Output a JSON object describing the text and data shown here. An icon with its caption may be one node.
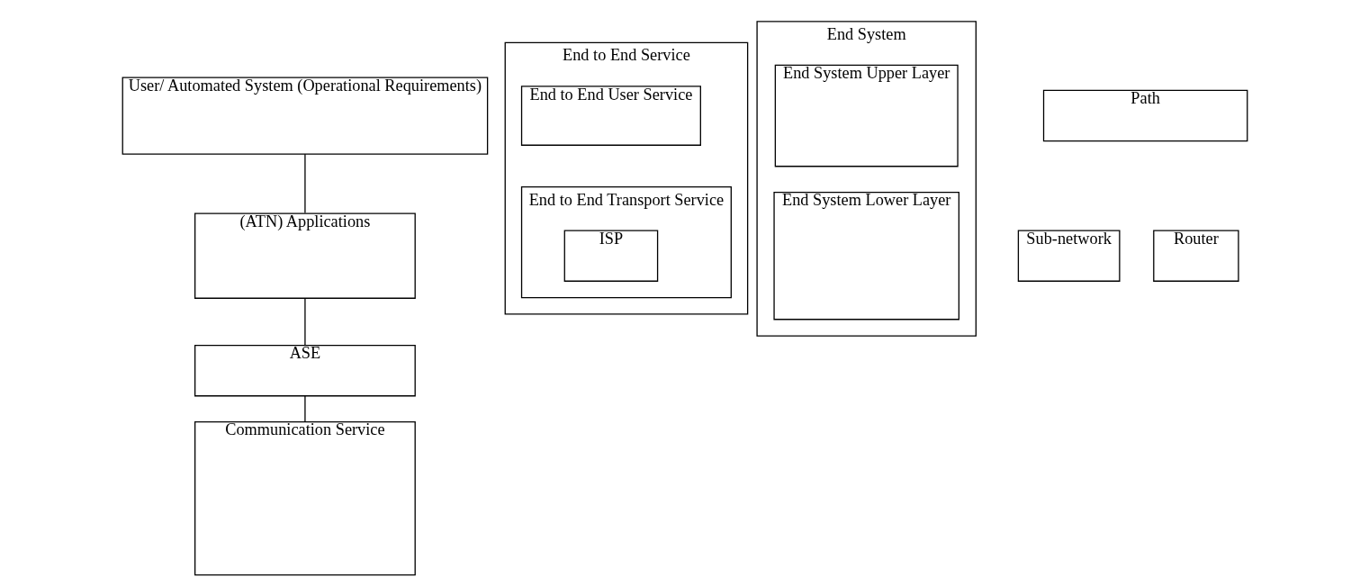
{
  "diagram": {
    "nodes": [
      {
        "text": [
          "User/ Automated System (Operational Requirements)"
        ]
      },
      {
        "text": [
          "(ATN) Applications"
        ]
      },
      {
        "text": [
          "ASE"
        ]
      },
      {
        "text": [
          "Communication Service"
        ]
      },
      {
        "text": [
          "End to End Service"
        ]
      },
      {
        "text": [
          "End to End User Service"
        ],
        "in": 4
      },
      {
        "text": [
          "End to End Transport Service"
        ],
        "in": 4
      },
      {
        "text": [
          "ISP"
        ],
        "in": 6
      },
      {
        "text": [
          "End System"
        ]
      },
      {
        "text": [
          "End System Upper Layer"
        ],
        "in": 8
      },
      {
        "text": [
          "End System Lower Layer"
        ],
        "in": 8
      },
      {
        "text": [
          "Path"
        ]
      },
      {
        "text": [
          "Sub-network"
        ]
      },
      {
        "text": [
          "Router"
        ]
      }
    ],
    "edges": [
      {
        "from": 0,
        "to": 1,
        "arrow": "none"
      },
      {
        "from": 1,
        "to": 2,
        "arrow": "none"
      },
      {
        "from": 2,
        "to": 3,
        "arrow": "none"
      }
    ]
  }
}
